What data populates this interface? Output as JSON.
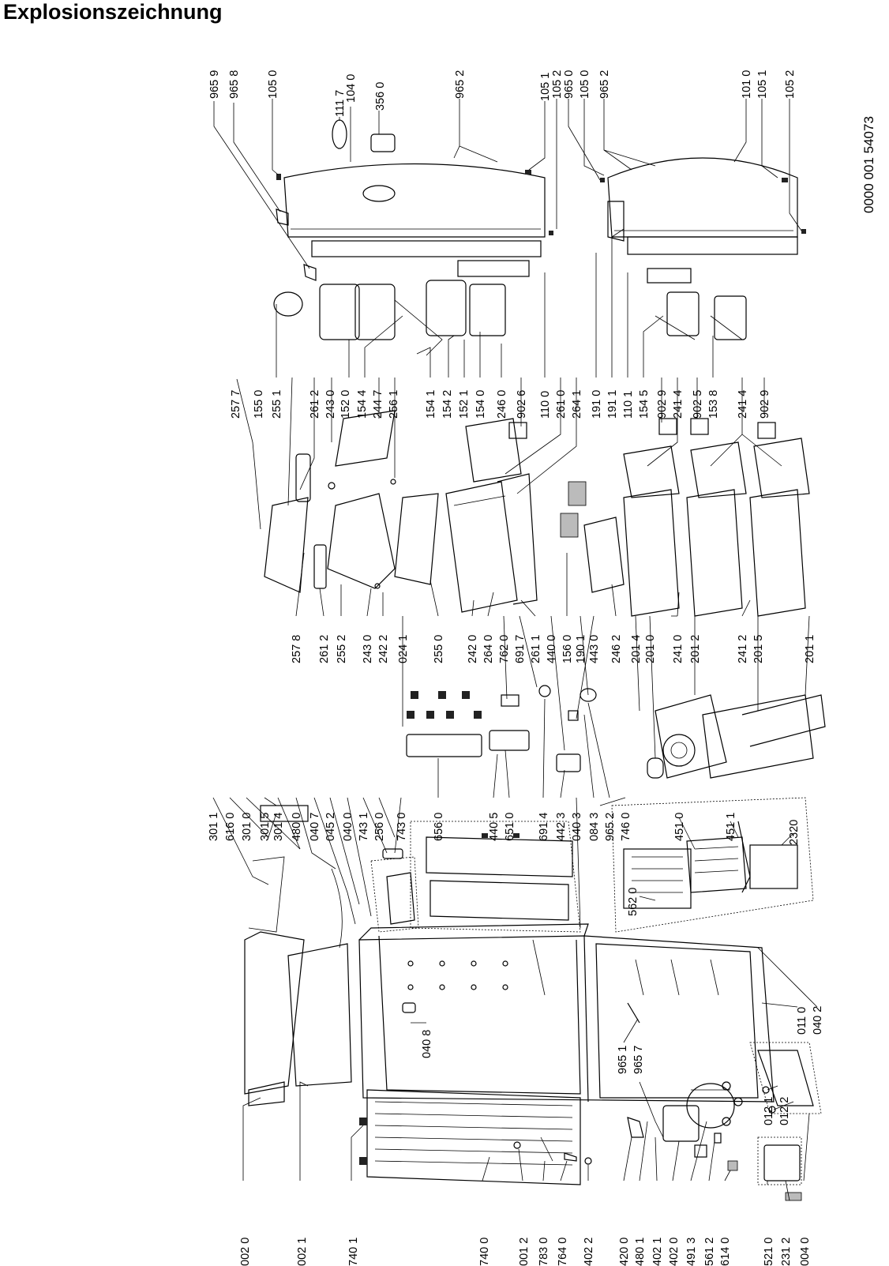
{
  "title": "Explosionszeichnung",
  "document_number": "0000 001 54073",
  "labels": {
    "row_top": [
      "965 9",
      "965 8",
      "105 0",
      "111 7",
      "104 0",
      "356 0",
      "965 2",
      "105 1",
      "105 2",
      "965 0",
      "105 0",
      "965 2",
      "101 0",
      "105 1",
      "105 2"
    ],
    "row_mid1": [
      "257 7",
      "155 0",
      "255 1",
      "261 2",
      "243 0",
      "152 0",
      "154 4",
      "244 7",
      "256 1",
      "154 1",
      "154 2",
      "152 1",
      "154 0",
      "246 0",
      "902 6",
      "110 0",
      "261 0",
      "264 1",
      "191 0",
      "191 1",
      "110 1",
      "154 5",
      "902 9",
      "241 4",
      "902 5",
      "153 8",
      "241 4",
      "902 9"
    ],
    "row_mid2": [
      "257 8",
      "261 2",
      "255 2",
      "243 0",
      "242 2",
      "024 1",
      "255 0",
      "242 0",
      "264 0",
      "762 0",
      "691 7",
      "261 1",
      "440 0",
      "156 0",
      "190 1",
      "443 0",
      "246 2",
      "201 4",
      "201 0",
      "241 0",
      "201 2",
      "241 2",
      "201 5",
      "201 1"
    ],
    "row_mid3": [
      "301 1",
      "616 0",
      "301 0",
      "301 5",
      "301 4",
      "480 0",
      "040 7",
      "045 2",
      "040 0",
      "743 1",
      "256 0",
      "743 0",
      "656 0",
      "440 5",
      "651 0",
      "691 4",
      "442 3",
      "040 3",
      "084 3",
      "965 2",
      "746 0",
      "451 0",
      "451 1",
      "2320",
      "562 0"
    ],
    "cabinet": [
      "040 8",
      "965 1",
      "965 7",
      "011 0",
      "040 2",
      "012 1",
      "012 2"
    ],
    "row_bottom": [
      "002 0",
      "002 1",
      "740 1",
      "740 0",
      "001 2",
      "783 0",
      "764 0",
      "402 2",
      "420 0",
      "480 1",
      "402 1",
      "402 0",
      "491 3",
      "561 2",
      "614 0",
      "521 0",
      "231 2",
      "004 0"
    ]
  }
}
